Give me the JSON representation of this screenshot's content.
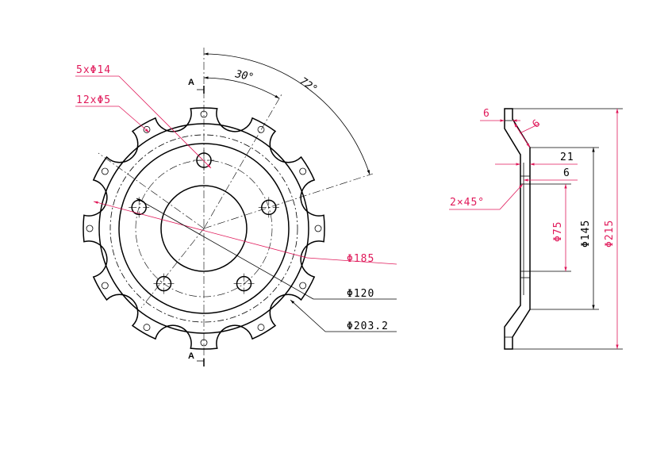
{
  "front_view": {
    "section_mark_top": "A",
    "section_mark_bottom": "A",
    "angle_30": "30°",
    "angle_72": "72°",
    "hole_callout_large": "5xΦ14",
    "hole_callout_small": "12xΦ5",
    "dia_185": "Φ185",
    "dia_120": "Φ120",
    "dia_203": "Φ203.2"
  },
  "side_view": {
    "dim_6_top": "6",
    "dim_6_angled": "6",
    "dim_21": "21",
    "dim_6_mid": "6",
    "chamfer": "2×45°",
    "dia_75": "Φ75",
    "dia_145": "Φ145",
    "dia_215": "Φ215"
  },
  "colors": {
    "dimension_red": "#e0195a",
    "line_black": "#000000"
  }
}
